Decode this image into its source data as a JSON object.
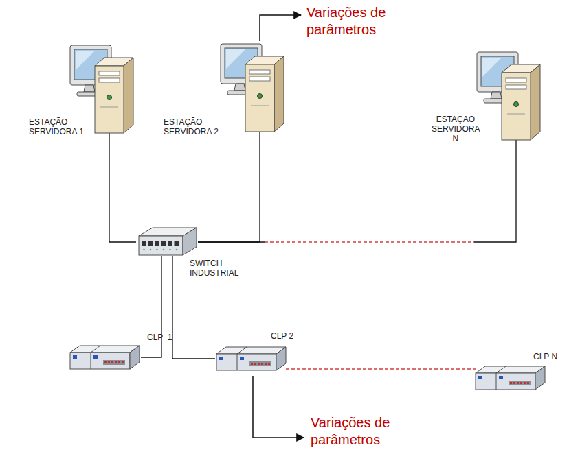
{
  "diagram": {
    "nodes": [
      {
        "text": [
          "ESTAÇÃO SERVIDORA 1"
        ]
      },
      {
        "text": [
          "ESTAÇÃO SERVIDORA 2"
        ]
      },
      {
        "text": [
          "ESTAÇÃO SERVIDORA N"
        ]
      },
      {
        "text": [
          "SWITCH INDUSTRIAL"
        ]
      },
      {
        "text": [
          "CLP  1"
        ]
      },
      {
        "text": [
          "CLP 2"
        ]
      },
      {
        "text": [
          "CLP N"
        ]
      }
    ],
    "edges": [
      {
        "from": 0,
        "to": 3,
        "arrow": "none"
      },
      {
        "from": 1,
        "to": 3,
        "arrow": "none"
      },
      {
        "from": 3,
        "to": 2,
        "arrow": "none"
      },
      {
        "from": 3,
        "to": 4,
        "arrow": "none"
      },
      {
        "from": 3,
        "to": 5,
        "arrow": "none"
      },
      {
        "from": 5,
        "to": 6,
        "arrow": "none"
      }
    ],
    "labels": [
      "Variações de parâmetros",
      "Variações de parâmetros"
    ]
  }
}
